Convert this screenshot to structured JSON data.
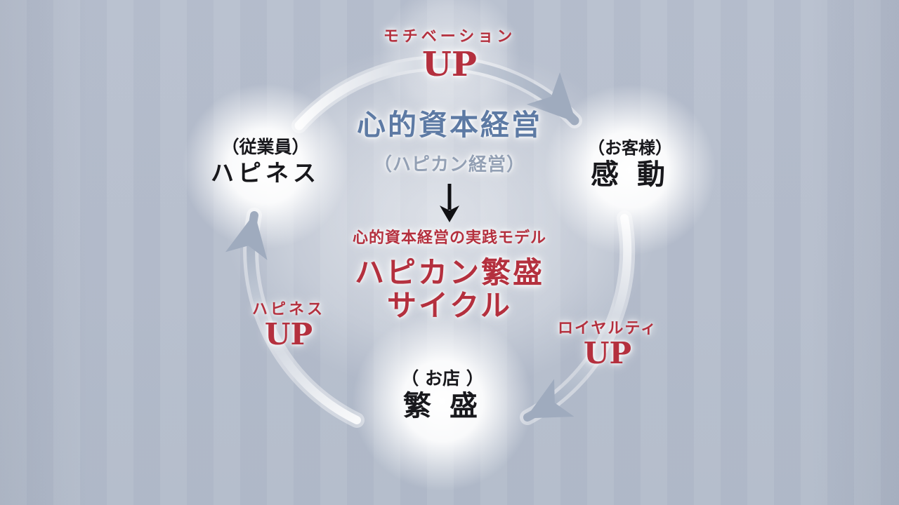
{
  "colors": {
    "background": "#b5bdcc",
    "accent_red": "#b4303e",
    "title_blue": "#5d7aa4",
    "subtitle_gray": "#93a0b4",
    "text_black": "#18181c",
    "arc_steel": "#a0acbf"
  },
  "center": {
    "title": "心的資本経営",
    "subtitle": "（ハピカン経営）",
    "model_caption": "心的資本経営の実践モデル",
    "cycle_title_line1": "ハピカン繁盛",
    "cycle_title_line2": "サイクル"
  },
  "nodes": {
    "employee": {
      "role": "（従業員）",
      "value": "ハピネス"
    },
    "customer": {
      "role": "（お客様）",
      "value": "感 動"
    },
    "shop": {
      "role": "（ お店 ）",
      "value": "繁 盛"
    }
  },
  "edges": {
    "top": {
      "line1": "モチベーション",
      "line2": "UP"
    },
    "right": {
      "line1": "ロイヤルティ",
      "line2": "UP"
    },
    "left": {
      "line1": "ハピネス",
      "line2": "UP"
    }
  },
  "icons": {
    "flow_down_arrow": "down-arrow",
    "cycle_arrows": "clockwise-cycle-arrows"
  }
}
